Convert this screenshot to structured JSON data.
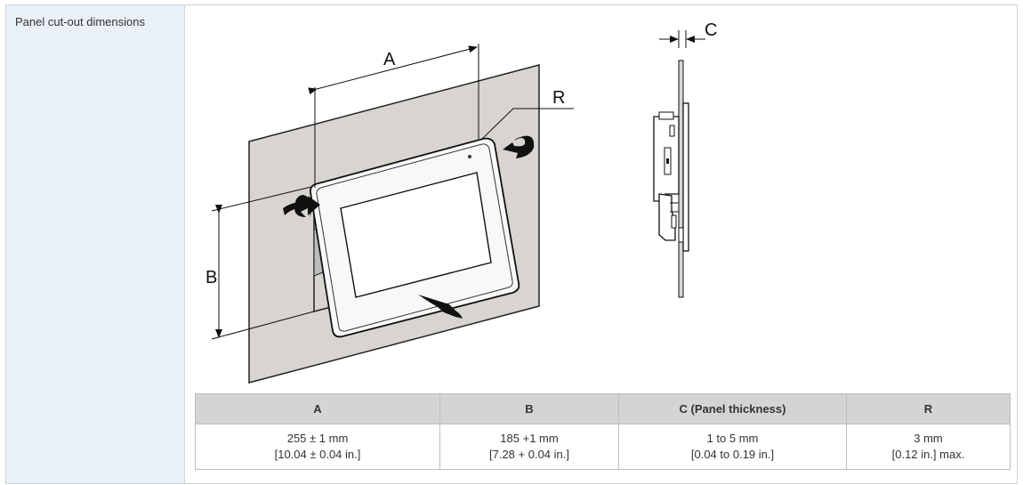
{
  "row_label": "Panel cut-out dimensions",
  "figure": {
    "callout_a": "A",
    "callout_b": "B",
    "callout_c": "C",
    "callout_r": "R"
  },
  "table": {
    "headers": [
      "A",
      "B",
      "C (Panel thickness)",
      "R"
    ],
    "rows": [
      {
        "a_mm": "255 ± 1 mm",
        "a_in": "[10.04 ± 0.04 in.]",
        "b_mm": "185 +1 mm",
        "b_in": "[7.28 + 0.04 in.]",
        "c_mm": "1 to 5 mm",
        "c_in": "[0.04 to 0.19 in.]",
        "r_mm": "3 mm",
        "r_in": "[0.12 in.] max."
      }
    ]
  }
}
